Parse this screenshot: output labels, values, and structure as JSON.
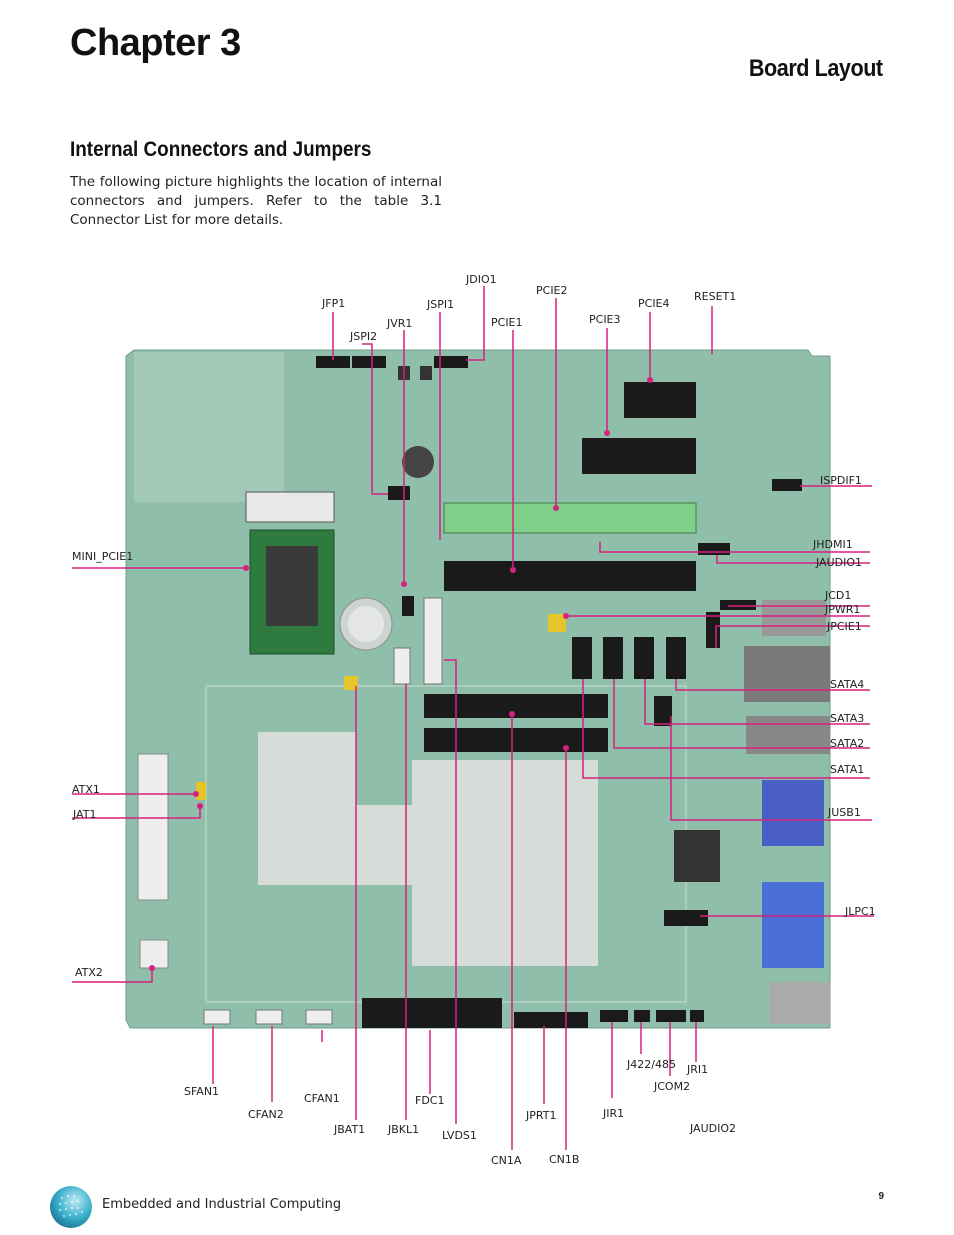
{
  "header": {
    "chapter": "Chapter 3",
    "section": "Board Layout"
  },
  "content": {
    "subheading": "Internal Connectors and Jumpers",
    "intro": "The following picture highlights the location of internal connectors and jumpers. Refer to the table 3.1 Connector List for more details."
  },
  "labels": {
    "jdio1": "JDIO1",
    "pcie2": "PCIE2",
    "jfp1": "JFP1",
    "jspi1": "JSPI1",
    "pcie4": "PCIE4",
    "reset1": "RESET1",
    "pcie3": "PCIE3",
    "jvr1": "JVR1",
    "pcie1": "PCIE1",
    "jspi2": "JSPI2",
    "ispdif1": "ISPDIF1",
    "jhdmi1": "JHDMI1",
    "jaudio1": "JAUDIO1",
    "mini_pcie1": "MINI_PCIE1",
    "jcd1": "JCD1",
    "jpwr1": "JPWR1",
    "jpcie1": "JPCIE1",
    "sata4": "SATA4",
    "sata3": "SATA3",
    "sata2": "SATA2",
    "sata1": "SATA1",
    "atx1": "ATX1",
    "jat1": "JAT1",
    "jusb1": "JUSB1",
    "jlpc1": "JLPC1",
    "atx2": "ATX2",
    "j422_485": "J422/485",
    "jri1": "JRI1",
    "sfan1": "SFAN1",
    "jcom2": "JCOM2",
    "cfan1": "CFAN1",
    "fdc1": "FDC1",
    "cfan2": "CFAN2",
    "jprt1": "JPRT1",
    "jir1": "JIR1",
    "jbat1": "JBAT1",
    "jbkl1": "JBKL1",
    "jaudio2": "JAUDIO2",
    "lvds1": "LVDS1",
    "cn1a": "CN1A",
    "cn1b": "CN1B"
  },
  "footer": {
    "company_line": "Embedded and Industrial Computing",
    "page_number": "9"
  },
  "colors": {
    "pcb": "#8fbfaa",
    "callout": "#d6217e",
    "slot_green": "#7fcf8a",
    "slot_black": "#1a1a1a"
  }
}
